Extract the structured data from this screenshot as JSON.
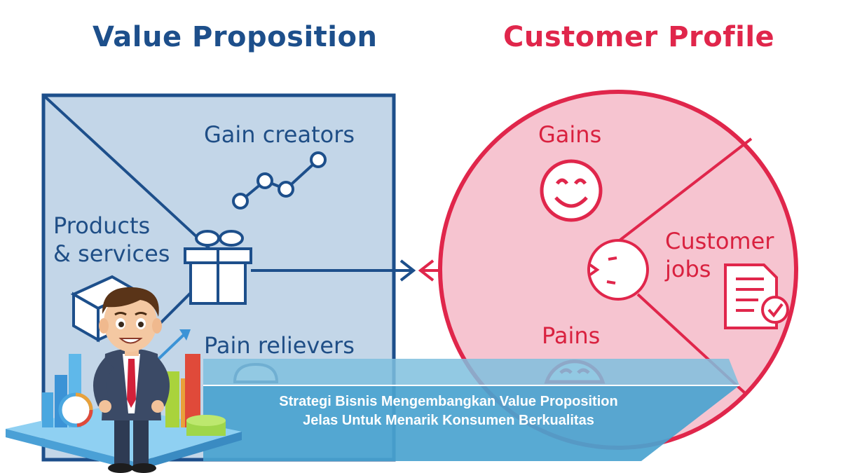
{
  "value_proposition": {
    "title": "Value Proposition",
    "gain_creators": "Gain creators",
    "products_services_line1": "Products",
    "products_services_line2": "& services",
    "pain_relievers": "Pain relievers"
  },
  "customer_profile": {
    "title": "Customer Profile",
    "gains": "Gains",
    "customer_jobs_line1": "Customer",
    "customer_jobs_line2": "jobs",
    "pains": "Pains"
  },
  "banner": {
    "line1": "Strategi Bisnis Mengembangkan Value Proposition",
    "line2": "Jelas Untuk Menarik Konsumen Berkualitas"
  },
  "colors": {
    "vp_blue": "#1d4f8b",
    "vp_fill": "#c3d6e8",
    "cp_red": "#e0264b",
    "cp_fill": "#f6c4d0",
    "banner": "#5aaed3"
  }
}
